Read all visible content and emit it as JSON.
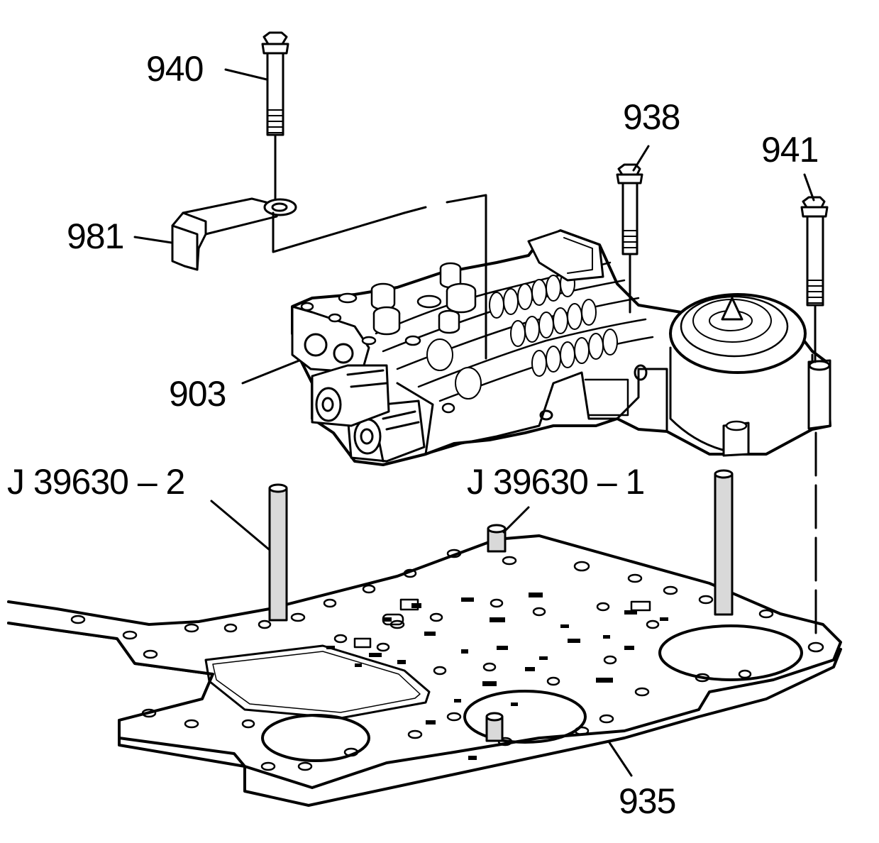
{
  "diagram": {
    "colors": {
      "ink": "#000000",
      "paper": "#ffffff",
      "shade": "#d9d9d9"
    },
    "callouts": {
      "bolt_940": "940",
      "bolt_938": "938",
      "bolt_941": "941",
      "bracket_981": "981",
      "valve_body_903": "903",
      "pin_tool_2": "J 39630 – 2",
      "pin_tool_1": "J 39630 – 1",
      "spacer_plate_935": "935"
    }
  }
}
